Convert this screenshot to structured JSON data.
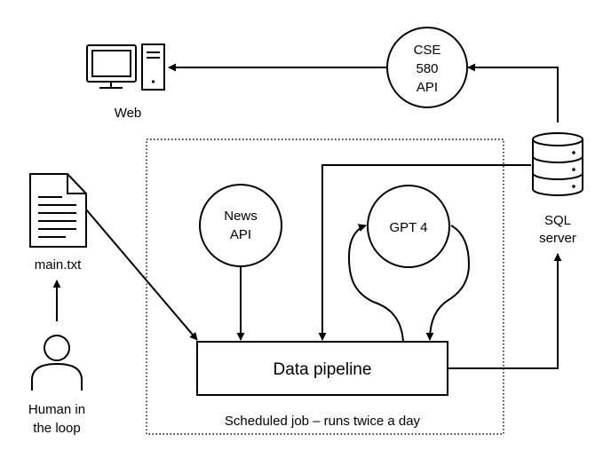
{
  "nodes": {
    "web": {
      "label": "Web",
      "icon": "desktop-computer-icon"
    },
    "cse_api": {
      "lines": [
        "CSE",
        "580",
        "API"
      ]
    },
    "sql_server": {
      "lines": [
        "SQL",
        "server"
      ],
      "icon": "database-icon"
    },
    "main_txt": {
      "label": "main.txt",
      "icon": "document-icon"
    },
    "human": {
      "lines": [
        "Human in",
        "the loop"
      ],
      "icon": "person-icon"
    },
    "news_api": {
      "lines": [
        "News",
        "API"
      ]
    },
    "gpt4": {
      "label": "GPT 4"
    },
    "data_pipeline": {
      "label": "Data pipeline"
    }
  },
  "group": {
    "caption": "Scheduled job – runs twice a day"
  },
  "colors": {
    "stroke": "#000000",
    "background": "#ffffff"
  }
}
